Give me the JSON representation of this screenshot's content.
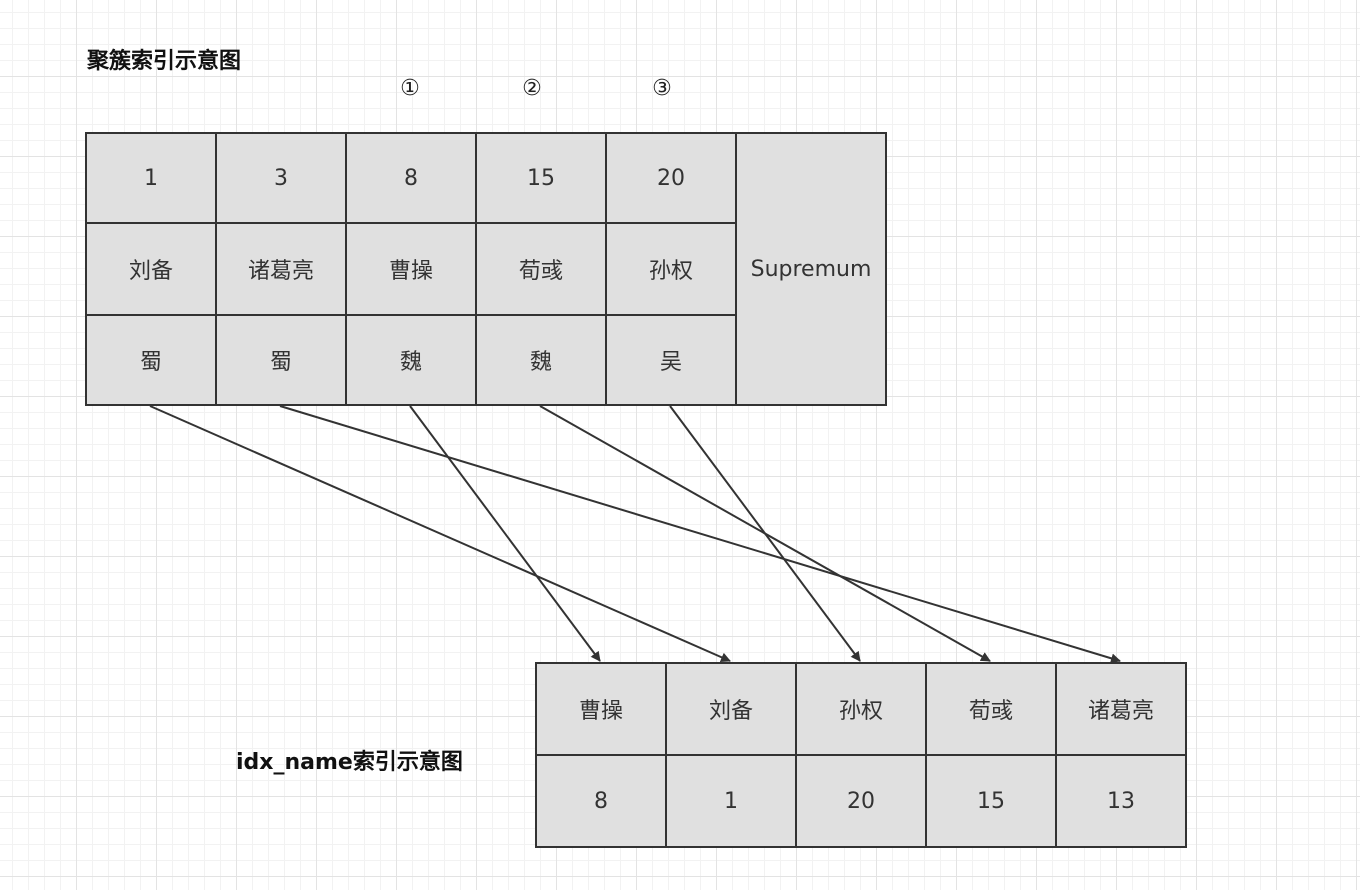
{
  "titles": {
    "clustered": "聚簇索引示意图",
    "secondary": "idx_name索引示意图"
  },
  "markers": [
    "①",
    "②",
    "③"
  ],
  "clustered_index": {
    "ids": [
      "1",
      "3",
      "8",
      "15",
      "20"
    ],
    "names": [
      "刘备",
      "诸葛亮",
      "曹操",
      "荀彧",
      "孙权"
    ],
    "kingdoms": [
      "蜀",
      "蜀",
      "魏",
      "魏",
      "吴"
    ],
    "supremum": "Supremum"
  },
  "secondary_index": {
    "names": [
      "曹操",
      "刘备",
      "孙权",
      "荀彧",
      "诸葛亮"
    ],
    "ids": [
      "8",
      "1",
      "20",
      "15",
      "13"
    ]
  },
  "links": [
    {
      "from": 0,
      "to": 1
    },
    {
      "from": 1,
      "to": 4
    },
    {
      "from": 2,
      "to": 0
    },
    {
      "from": 3,
      "to": 3
    },
    {
      "from": 4,
      "to": 2
    }
  ],
  "colors": {
    "cell_fill": "#e0e0e0",
    "cell_border": "#333333",
    "arrow": "#333333"
  }
}
